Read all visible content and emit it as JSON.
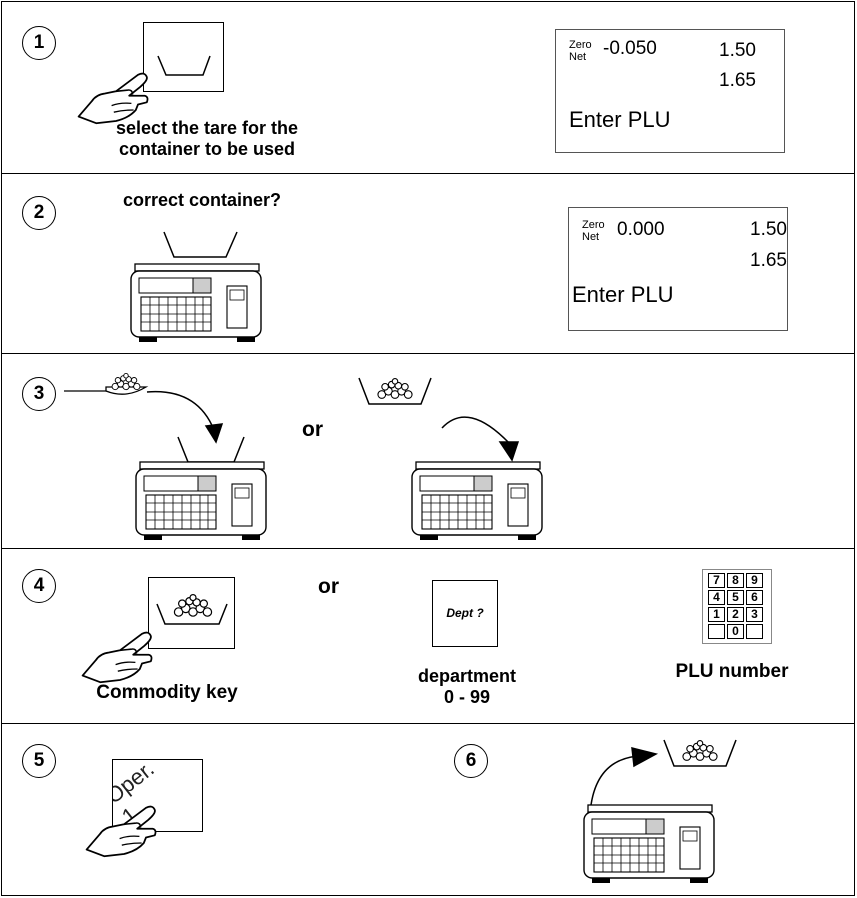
{
  "steps": [
    {
      "number": "1",
      "caption_line1": "select the tare for the",
      "caption_line2": "container to be used",
      "display": {
        "zero_label": "Zero",
        "net_label": "Net",
        "weight": "-0.050",
        "value1": "1.50",
        "value2": "1.65",
        "message": "Enter PLU"
      }
    },
    {
      "number": "2",
      "caption": "correct container?",
      "display": {
        "zero_label": "Zero",
        "net_label": "Net",
        "weight": "0.000",
        "value1": "1.50",
        "value2": "1.65",
        "message": "Enter PLU"
      }
    },
    {
      "number": "3",
      "or_label": "or"
    },
    {
      "number": "4",
      "or_label": "or",
      "commodity_caption": "Commodity key",
      "dept_key_label": "Dept ?",
      "department_caption_line1": "department",
      "department_caption_line2": "0 - 99",
      "plu_caption": "PLU number",
      "keypad_keys": [
        "7",
        "8",
        "9",
        "4",
        "5",
        "6",
        "1",
        "2",
        "3",
        "",
        "0",
        ""
      ]
    },
    {
      "number": "5",
      "operator_key_label": "Oper. 1"
    },
    {
      "number": "6"
    }
  ],
  "icons": [
    "tare-container-icon",
    "pointing-hand-icon",
    "scale-icon",
    "scoop-icon",
    "curved-arrow-icon",
    "filled-container-icon",
    "keypad-icon"
  ]
}
